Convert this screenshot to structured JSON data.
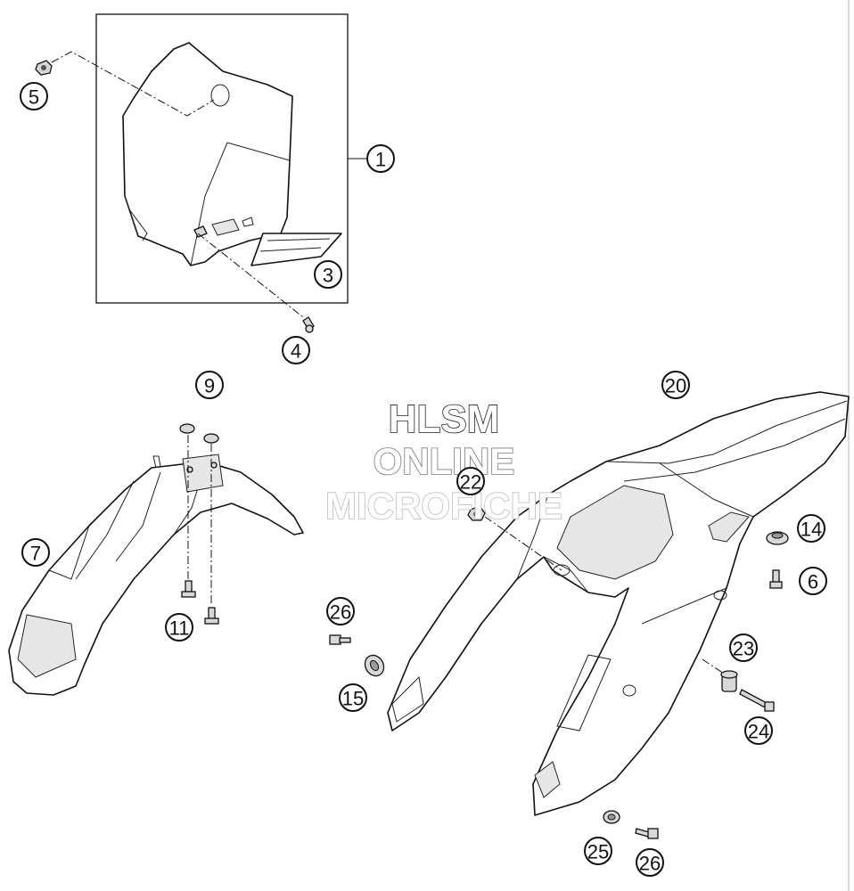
{
  "watermark": {
    "line1": "HLSM",
    "line2": "ONLINE",
    "line3": "MICROFICHE",
    "color1": "#222222",
    "color2": "#777777",
    "color3": "#bbbbbb"
  },
  "callouts": [
    {
      "id": "c1",
      "label": "1"
    },
    {
      "id": "c3",
      "label": "3"
    },
    {
      "id": "c4",
      "label": "4"
    },
    {
      "id": "c5",
      "label": "5"
    },
    {
      "id": "c6",
      "label": "6"
    },
    {
      "id": "c7",
      "label": "7"
    },
    {
      "id": "c9",
      "label": "9"
    },
    {
      "id": "c11",
      "label": "11"
    },
    {
      "id": "c14",
      "label": "14"
    },
    {
      "id": "c15",
      "label": "15"
    },
    {
      "id": "c20",
      "label": "20"
    },
    {
      "id": "c22",
      "label": "22"
    },
    {
      "id": "c23",
      "label": "23"
    },
    {
      "id": "c24",
      "label": "24"
    },
    {
      "id": "c25",
      "label": "25"
    },
    {
      "id": "c26a",
      "label": "26"
    },
    {
      "id": "c26b",
      "label": "26"
    }
  ]
}
